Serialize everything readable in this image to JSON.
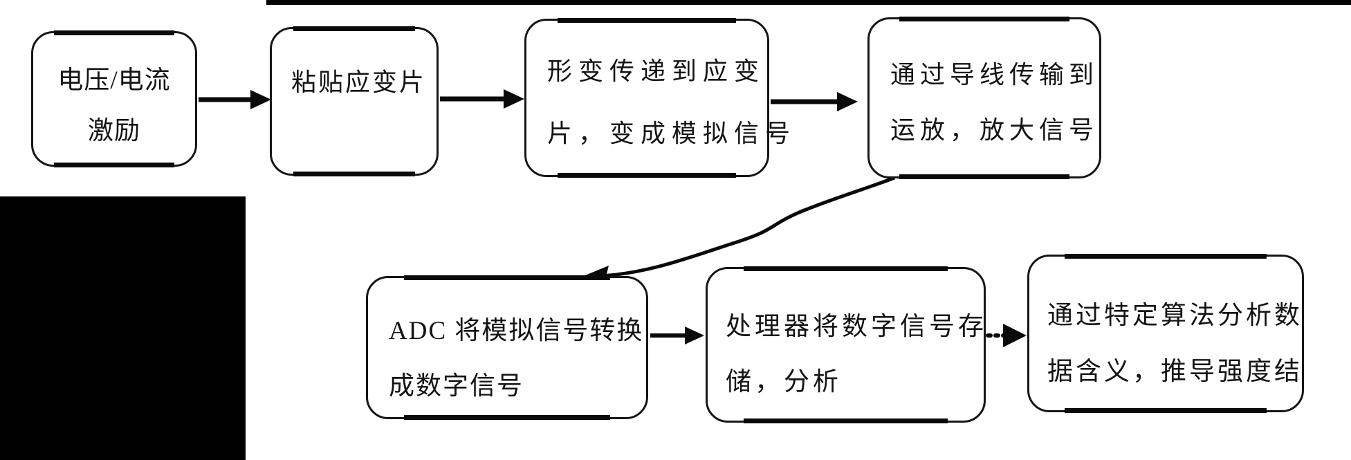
{
  "canvas": {
    "background": "#ffffff",
    "ink": "#000000"
  },
  "nodes": [
    {
      "id": "excitation",
      "lines": [
        "电压/电流",
        "激励"
      ]
    },
    {
      "id": "paste-gauge",
      "lines": [
        "粘贴应变片"
      ]
    },
    {
      "id": "deformation",
      "lines": [
        "形变传递到应变",
        "片，变成模拟信号"
      ]
    },
    {
      "id": "wire-opamp",
      "lines": [
        "通过导线传输到",
        "运放，放大信号"
      ]
    },
    {
      "id": "adc",
      "lines": [
        "ADC 将模拟信号转换",
        "成数字信号"
      ]
    },
    {
      "id": "processor",
      "lines": [
        "处理器将数字信号存",
        "储，分析"
      ]
    },
    {
      "id": "algorithm",
      "lines": [
        "通过特定算法分析数",
        "据含义，推导强度结"
      ]
    }
  ],
  "connectors": [
    {
      "from": "excitation",
      "to": "paste-gauge",
      "style": "solid-arrow"
    },
    {
      "from": "paste-gauge",
      "to": "deformation",
      "style": "solid-arrow"
    },
    {
      "from": "deformation",
      "to": "wire-opamp",
      "style": "solid-arrow"
    },
    {
      "from": "wire-opamp",
      "to": "adc",
      "style": "curved-arrow"
    },
    {
      "from": "adc",
      "to": "processor",
      "style": "solid-arrow"
    },
    {
      "from": "processor",
      "to": "algorithm",
      "style": "dotted-arrow"
    }
  ]
}
